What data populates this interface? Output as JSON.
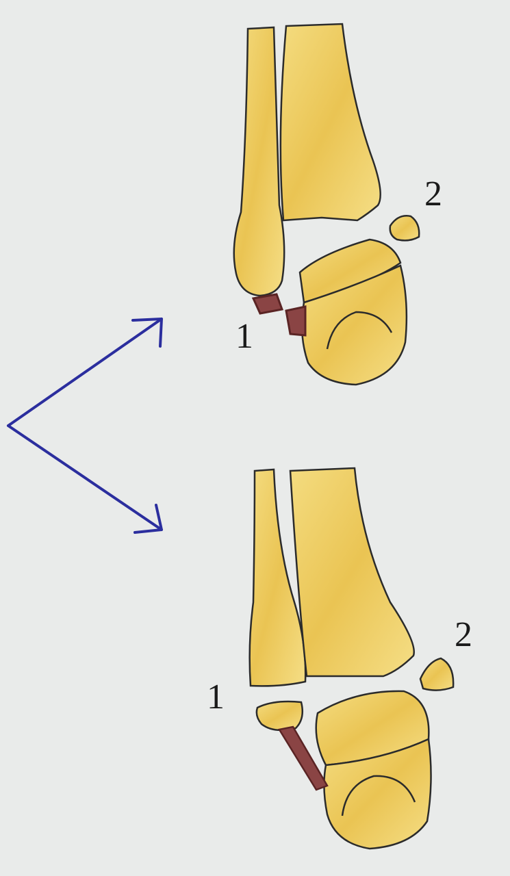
{
  "labels": {
    "top_1": "1",
    "top_2": "2",
    "bottom_1": "1",
    "bottom_2": "2"
  },
  "colors": {
    "background": "#e9ebea",
    "bone_fill": "#f2d774",
    "bone_shade": "#e6bc45",
    "outline": "#2b2b2b",
    "ligament": "#7a3b3b",
    "arrow": "#2b2e9e"
  }
}
